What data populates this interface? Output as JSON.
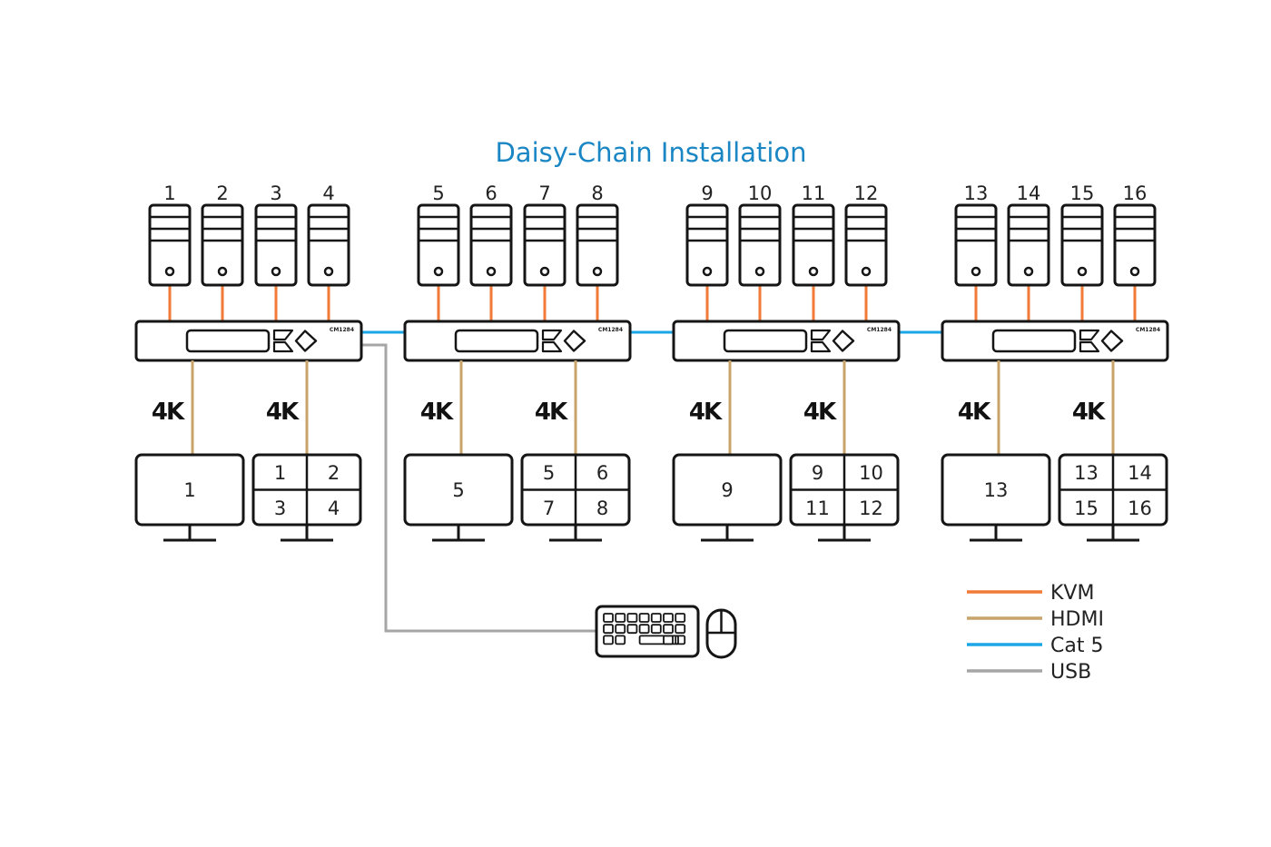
{
  "title": "Daisy-Chain Installation",
  "colors": {
    "title": "#1a86c4",
    "kvm": "#f07a37",
    "hdmi": "#c8a46a",
    "cat5": "#1ba6e6",
    "usb": "#a6a6a6",
    "outline": "#151515"
  },
  "switches": [
    {
      "model": "CM1284",
      "computers": [
        "1",
        "2",
        "3",
        "4"
      ],
      "outputs": [
        {
          "badge": "4K",
          "type": "single",
          "labels": [
            "1"
          ]
        },
        {
          "badge": "4K",
          "type": "quad",
          "labels": [
            "1",
            "2",
            "3",
            "4"
          ]
        }
      ]
    },
    {
      "model": "CM1284",
      "computers": [
        "5",
        "6",
        "7",
        "8"
      ],
      "outputs": [
        {
          "badge": "4K",
          "type": "single",
          "labels": [
            "5"
          ]
        },
        {
          "badge": "4K",
          "type": "quad",
          "labels": [
            "5",
            "6",
            "7",
            "8"
          ]
        }
      ]
    },
    {
      "model": "CM1284",
      "computers": [
        "9",
        "10",
        "11",
        "12"
      ],
      "outputs": [
        {
          "badge": "4K",
          "type": "single",
          "labels": [
            "9"
          ]
        },
        {
          "badge": "4K",
          "type": "quad",
          "labels": [
            "9",
            "10",
            "11",
            "12"
          ]
        }
      ]
    },
    {
      "model": "CM1284",
      "computers": [
        "13",
        "14",
        "15",
        "16"
      ],
      "outputs": [
        {
          "badge": "4K",
          "type": "single",
          "labels": [
            "13"
          ]
        },
        {
          "badge": "4K",
          "type": "quad",
          "labels": [
            "13",
            "14",
            "15",
            "16"
          ]
        }
      ]
    }
  ],
  "console": {
    "devices": [
      "keyboard",
      "mouse"
    ],
    "connection": "USB"
  },
  "legend": [
    {
      "label": "KVM",
      "color": "#f07a37"
    },
    {
      "label": "HDMI",
      "color": "#c8a46a"
    },
    {
      "label": "Cat 5",
      "color": "#1ba6e6"
    },
    {
      "label": "USB",
      "color": "#a6a6a6"
    }
  ]
}
